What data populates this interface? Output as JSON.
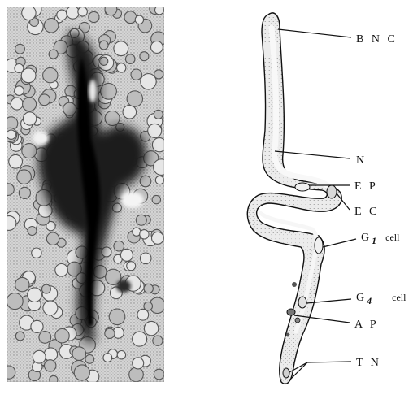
{
  "figure": {
    "labels": {
      "bnc": "B N C",
      "n": "N",
      "ep": "E P",
      "ec": "E C",
      "g1_prefix": "G",
      "g1_sub": "1",
      "g1_suffix": "cell",
      "g4_prefix": "G",
      "g4_sub": "4",
      "g4_suffix": "cell",
      "ap": "A P",
      "tn": "T N"
    },
    "colors": {
      "ink": "#111111",
      "micrograph_background": "#cfcfcf",
      "micrograph_dark": "#1a1a1a",
      "drawing_fill": "#e9e9e9"
    }
  }
}
